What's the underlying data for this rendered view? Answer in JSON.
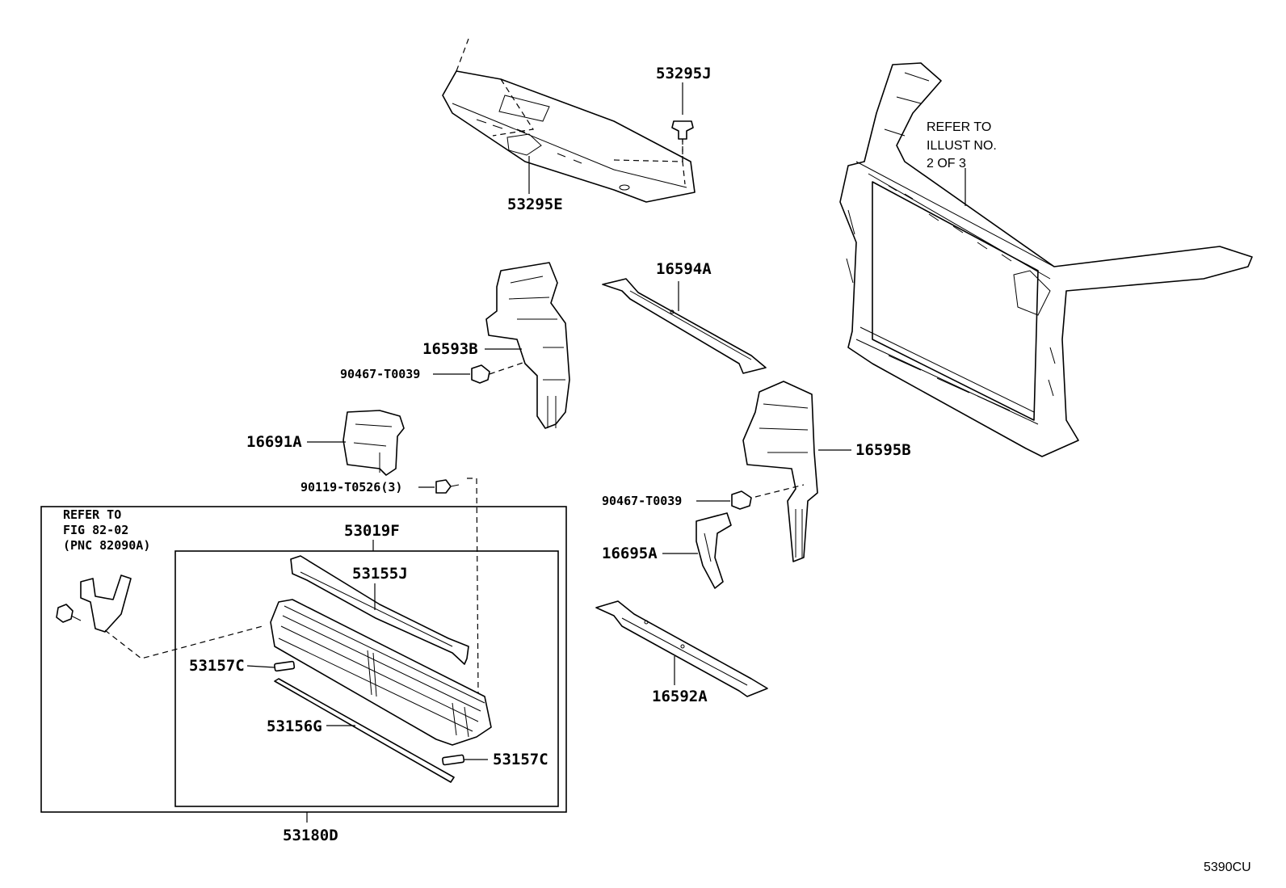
{
  "labels": {
    "p53295J": "53295J",
    "p53295E": "53295E",
    "p16594A": "16594A",
    "p16593B": "16593B",
    "p90467a": "90467-T0039",
    "p16691A": "16691A",
    "p90119": "90119-T0526(3)",
    "p16595B": "16595B",
    "p90467b": "90467-T0039",
    "p16695A": "16695A",
    "p53019F": "53019F",
    "p53155J": "53155J",
    "p53157C_a": "53157C",
    "p53156G": "53156G",
    "p53157C_b": "53157C",
    "p16592A": "16592A",
    "p53180D": "53180D"
  },
  "refer_illust": [
    "REFER TO",
    "ILLUST NO.",
    "2 OF 3"
  ],
  "refer_fig": [
    "REFER TO",
    "FIG 82-02",
    "(PNC 82090A)"
  ],
  "diagram_code": "5390CU"
}
